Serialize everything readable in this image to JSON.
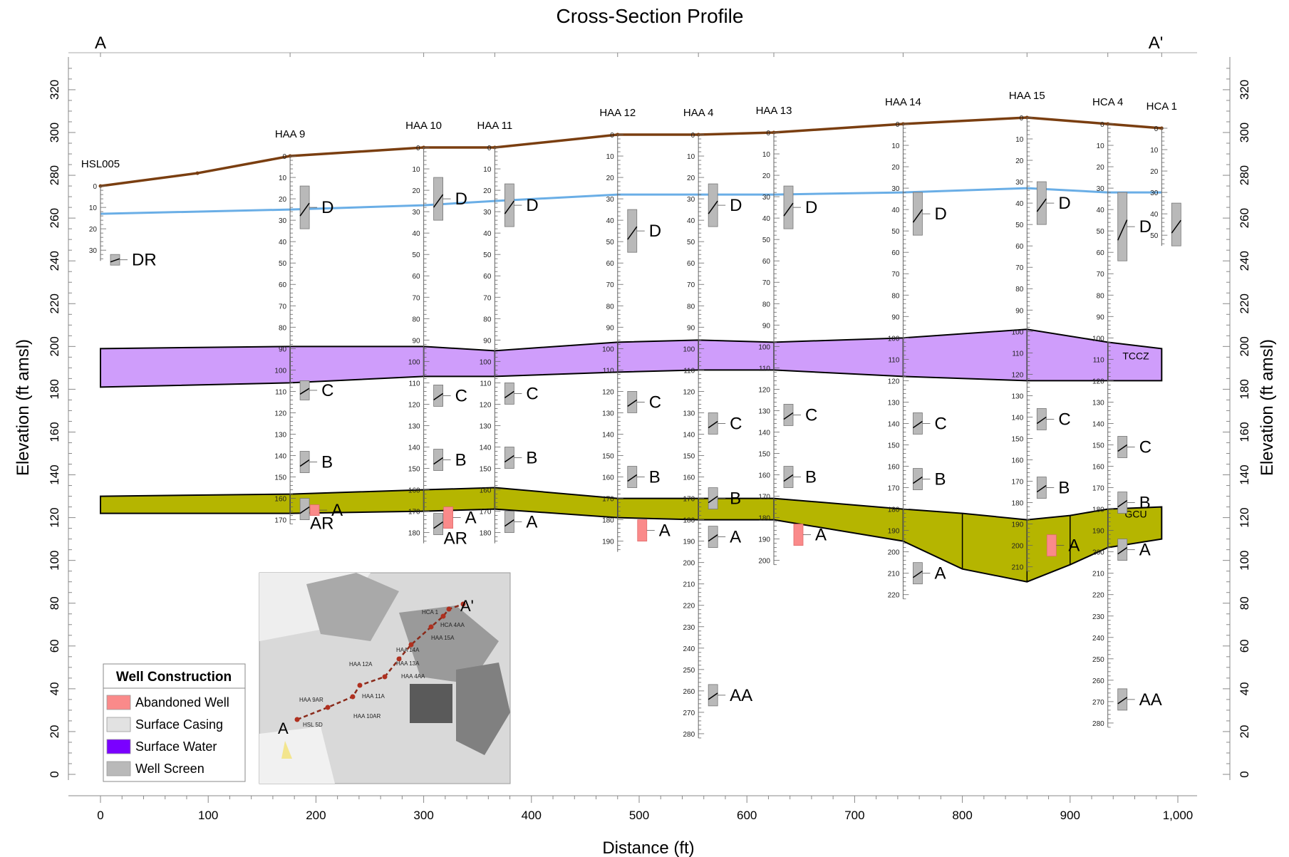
{
  "title": "Cross-Section Profile",
  "section_start": "A",
  "section_end": "A'",
  "colors": {
    "ground": "#7a3e10",
    "water": "#6aaee6",
    "tccz": "#cf9dfb",
    "gcu": "#b5b500",
    "screen": "#b9b9b9",
    "abandoned": "#fa8a8a",
    "abandoned_text": "#f47f7f",
    "surface_water": "#7a00ff",
    "surface_casing": "#e2e2e2"
  },
  "chart_data": {
    "type": "line",
    "xlabel": "Distance (ft)",
    "ylabel_left": "Elevation (ft amsl)",
    "ylabel_right": "Elevation (ft amsl)",
    "xlim": [
      0,
      1000
    ],
    "ylim": [
      -3,
      333
    ],
    "x_ticks": [
      0,
      100,
      200,
      300,
      400,
      500,
      600,
      700,
      800,
      900,
      1000
    ],
    "x_tick_labels": [
      "0",
      "100",
      "200",
      "300",
      "400",
      "500",
      "600",
      "700",
      "800",
      "900",
      "1,000"
    ],
    "y_ticks": [
      0,
      20,
      40,
      60,
      80,
      100,
      120,
      140,
      160,
      180,
      200,
      220,
      240,
      260,
      280,
      300,
      320
    ],
    "y_tick_labels": [
      "0",
      "20",
      "40",
      "60",
      "80",
      "100",
      "120",
      "140",
      "160",
      "180",
      "200",
      "220",
      "240",
      "260",
      "280",
      "300",
      "320"
    ],
    "ground_surface": {
      "x": [
        0,
        90,
        176,
        300,
        366,
        480,
        555,
        625,
        745,
        860,
        935,
        985
      ],
      "y": [
        275,
        281,
        289,
        293,
        293,
        299,
        299,
        300,
        304,
        307,
        304,
        302
      ]
    },
    "water_table": {
      "x": [
        0,
        176,
        300,
        366,
        480,
        555,
        625,
        745,
        860,
        935,
        985
      ],
      "y": [
        262,
        264,
        266,
        268,
        271,
        271,
        271,
        272,
        274,
        272,
        272
      ]
    },
    "tccz": {
      "label": "TCCZ",
      "x": [
        0,
        176,
        300,
        366,
        480,
        555,
        625,
        745,
        860,
        935,
        985
      ],
      "top": [
        199,
        200,
        200,
        198,
        202,
        203,
        202,
        204,
        208,
        202,
        199
      ],
      "bottom": [
        181,
        183,
        186,
        186,
        188,
        189,
        189,
        186,
        184,
        184,
        184
      ]
    },
    "gcu": {
      "label": "GCU",
      "x": [
        0,
        176,
        300,
        366,
        480,
        555,
        625,
        745,
        800,
        860,
        900,
        935,
        985
      ],
      "top": [
        130,
        131,
        133,
        134,
        129,
        129,
        129,
        124,
        122,
        119,
        121,
        124,
        125
      ],
      "bottom": [
        122,
        122,
        123,
        124,
        120,
        119,
        119,
        109,
        96,
        90,
        98,
        106,
        110
      ]
    },
    "wells": [
      {
        "name": "HSL005",
        "x": 0,
        "ground": 275,
        "max_depth": 35,
        "depth_step": 10,
        "depth_labels": [
          "0",
          "10",
          "20",
          "30"
        ],
        "screens": [
          {
            "code": "DR",
            "top": 32,
            "bottom": 37,
            "abandoned": false
          }
        ]
      },
      {
        "name": "HAA  9",
        "x": 176,
        "ground": 289,
        "max_depth": 172,
        "depth_step": 10,
        "depth_labels": [
          "0",
          "10",
          "20",
          "30",
          "40",
          "50",
          "60",
          "70",
          "80",
          "90",
          "100",
          "110",
          "120",
          "130",
          "140",
          "150",
          "160",
          "170"
        ],
        "screens": [
          {
            "code": "D",
            "top": 14,
            "bottom": 34,
            "abandoned": false
          },
          {
            "code": "C",
            "top": 105,
            "bottom": 114,
            "abandoned": false
          },
          {
            "code": "B",
            "top": 138,
            "bottom": 148,
            "abandoned": false
          },
          {
            "code": "AR",
            "top": 160,
            "bottom": 170,
            "abandoned": false
          },
          {
            "code": "A",
            "top": 163,
            "bottom": 168,
            "abandoned": true
          }
        ]
      },
      {
        "name": "HAA 10",
        "x": 300,
        "ground": 293,
        "max_depth": 185,
        "depth_step": 10,
        "depth_labels": [
          "0",
          "10",
          "20",
          "30",
          "40",
          "50",
          "60",
          "70",
          "80",
          "90",
          "100",
          "110",
          "120",
          "130",
          "140",
          "150",
          "160",
          "170",
          "180"
        ],
        "screens": [
          {
            "code": "D",
            "top": 14,
            "bottom": 34,
            "abandoned": false
          },
          {
            "code": "C",
            "top": 111,
            "bottom": 121,
            "abandoned": false
          },
          {
            "code": "B",
            "top": 141,
            "bottom": 151,
            "abandoned": false
          },
          {
            "code": "AR",
            "top": 171,
            "bottom": 181,
            "abandoned": false
          },
          {
            "code": "A",
            "top": 168,
            "bottom": 178,
            "abandoned": true
          }
        ]
      },
      {
        "name": "HAA 11",
        "x": 366,
        "ground": 293,
        "max_depth": 185,
        "depth_step": 10,
        "depth_labels": [
          "0",
          "10",
          "20",
          "30",
          "40",
          "50",
          "60",
          "70",
          "80",
          "90",
          "100",
          "110",
          "120",
          "130",
          "140",
          "150",
          "160",
          "170",
          "180"
        ],
        "screens": [
          {
            "code": "D",
            "top": 17,
            "bottom": 37,
            "abandoned": false
          },
          {
            "code": "C",
            "top": 110,
            "bottom": 120,
            "abandoned": false
          },
          {
            "code": "B",
            "top": 140,
            "bottom": 150,
            "abandoned": false
          },
          {
            "code": "A",
            "top": 170,
            "bottom": 180,
            "abandoned": false
          }
        ]
      },
      {
        "name": "HAA 12",
        "x": 480,
        "ground": 299,
        "max_depth": 195,
        "depth_step": 10,
        "depth_labels": [
          "0",
          "10",
          "20",
          "30",
          "40",
          "50",
          "60",
          "70",
          "80",
          "90",
          "100",
          "110",
          "120",
          "130",
          "140",
          "150",
          "160",
          "170",
          "180",
          "190"
        ],
        "screens": [
          {
            "code": "D",
            "top": 35,
            "bottom": 55,
            "abandoned": false
          },
          {
            "code": "C",
            "top": 120,
            "bottom": 130,
            "abandoned": false
          },
          {
            "code": "B",
            "top": 155,
            "bottom": 165,
            "abandoned": false
          },
          {
            "code": "A",
            "top": 180,
            "bottom": 190,
            "abandoned": true
          }
        ]
      },
      {
        "name": "HAA  4",
        "x": 555,
        "ground": 299,
        "max_depth": 282,
        "depth_step": 10,
        "depth_labels": [
          "0",
          "10",
          "20",
          "30",
          "40",
          "50",
          "60",
          "70",
          "80",
          "90",
          "100",
          "110",
          "120",
          "130",
          "140",
          "150",
          "160",
          "170",
          "180",
          "190",
          "200",
          "210",
          "220",
          "230",
          "240",
          "250",
          "260",
          "270",
          "280"
        ],
        "screens": [
          {
            "code": "D",
            "top": 23,
            "bottom": 43,
            "abandoned": false
          },
          {
            "code": "C",
            "top": 130,
            "bottom": 140,
            "abandoned": false
          },
          {
            "code": "B",
            "top": 165,
            "bottom": 175,
            "abandoned": false
          },
          {
            "code": "A",
            "top": 183,
            "bottom": 193,
            "abandoned": false
          },
          {
            "code": "AA",
            "top": 257,
            "bottom": 267,
            "abandoned": false
          }
        ]
      },
      {
        "name": "HAA 13",
        "x": 625,
        "ground": 300,
        "max_depth": 202,
        "depth_step": 10,
        "depth_labels": [
          "0",
          "10",
          "20",
          "30",
          "40",
          "50",
          "60",
          "70",
          "80",
          "90",
          "100",
          "110",
          "120",
          "130",
          "140",
          "150",
          "160",
          "170",
          "180",
          "190",
          "200"
        ],
        "screens": [
          {
            "code": "D",
            "top": 25,
            "bottom": 45,
            "abandoned": false
          },
          {
            "code": "C",
            "top": 127,
            "bottom": 137,
            "abandoned": false
          },
          {
            "code": "B",
            "top": 156,
            "bottom": 166,
            "abandoned": false
          },
          {
            "code": "A",
            "top": 183,
            "bottom": 193,
            "abandoned": true
          }
        ]
      },
      {
        "name": "HAA 14",
        "x": 745,
        "ground": 304,
        "max_depth": 222,
        "depth_step": 10,
        "depth_labels": [
          "0",
          "10",
          "20",
          "30",
          "40",
          "50",
          "60",
          "70",
          "80",
          "90",
          "100",
          "110",
          "120",
          "130",
          "140",
          "150",
          "160",
          "170",
          "180",
          "190",
          "200",
          "210",
          "220"
        ],
        "screens": [
          {
            "code": "D",
            "top": 32,
            "bottom": 52,
            "abandoned": false
          },
          {
            "code": "C",
            "top": 135,
            "bottom": 145,
            "abandoned": false
          },
          {
            "code": "B",
            "top": 161,
            "bottom": 171,
            "abandoned": false
          },
          {
            "code": "A",
            "top": 205,
            "bottom": 215,
            "abandoned": false
          }
        ]
      },
      {
        "name": "HAA 15",
        "x": 860,
        "ground": 307,
        "max_depth": 212,
        "depth_step": 10,
        "depth_labels": [
          "0",
          "10",
          "20",
          "30",
          "40",
          "50",
          "60",
          "70",
          "80",
          "90",
          "100",
          "110",
          "120",
          "130",
          "140",
          "150",
          "160",
          "170",
          "180",
          "190",
          "200",
          "210"
        ],
        "screens": [
          {
            "code": "D",
            "top": 30,
            "bottom": 50,
            "abandoned": false
          },
          {
            "code": "C",
            "top": 136,
            "bottom": 146,
            "abandoned": false
          },
          {
            "code": "B",
            "top": 168,
            "bottom": 178,
            "abandoned": false
          },
          {
            "code": "A",
            "top": 195,
            "bottom": 205,
            "abandoned": true
          }
        ]
      },
      {
        "name": "HCA  4",
        "x": 935,
        "ground": 304,
        "max_depth": 282,
        "depth_step": 10,
        "depth_labels": [
          "0",
          "10",
          "20",
          "30",
          "40",
          "50",
          "60",
          "70",
          "80",
          "90",
          "100",
          "110",
          "120",
          "130",
          "140",
          "150",
          "160",
          "170",
          "180",
          "190",
          "200",
          "210",
          "220",
          "230",
          "240",
          "250",
          "260",
          "270",
          "280"
        ],
        "screens": [
          {
            "code": "D",
            "top": 32,
            "bottom": 64,
            "abandoned": false
          },
          {
            "code": "C",
            "top": 146,
            "bottom": 156,
            "abandoned": false
          },
          {
            "code": "B",
            "top": 172,
            "bottom": 182,
            "abandoned": false
          },
          {
            "code": "A",
            "top": 194,
            "bottom": 204,
            "abandoned": false
          },
          {
            "code": "AA",
            "top": 264,
            "bottom": 274,
            "abandoned": false
          }
        ]
      },
      {
        "name": "HCA  1",
        "x": 985,
        "ground": 302,
        "max_depth": 55,
        "depth_step": 10,
        "depth_labels": [
          "0",
          "10",
          "20",
          "30",
          "40",
          "50"
        ],
        "screens": [
          {
            "code": "",
            "top": 35,
            "bottom": 55,
            "abandoned": false
          }
        ]
      }
    ]
  },
  "legend": {
    "title": "Well Construction",
    "items": [
      {
        "label": "Abandoned Well",
        "color": "#fa8a8a"
      },
      {
        "label": "Surface Casing",
        "color": "#e2e2e2"
      },
      {
        "label": "Surface Water",
        "color": "#7a00ff"
      },
      {
        "label": "Well Screen",
        "color": "#b9b9b9"
      }
    ]
  },
  "inset_map": {
    "start_label": "A",
    "end_label": "A'",
    "labels": [
      "HCA 1",
      "HCA 4AA",
      "HAA 15A",
      "HAA 14A",
      "HAA 13A",
      "HAA 12A",
      "HAA 4AA",
      "HAA 11A",
      "HAA 9AR",
      "HAA 10AR",
      "HSL 5D"
    ]
  }
}
